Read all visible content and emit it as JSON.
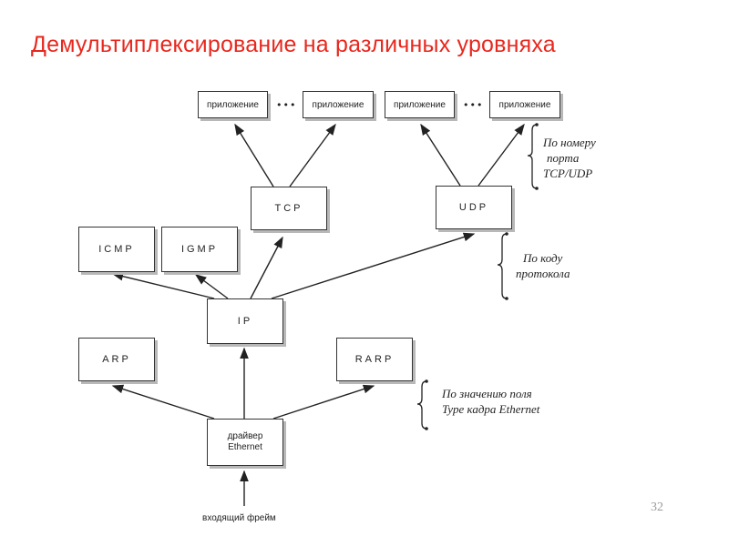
{
  "slide": {
    "title": "Демультиплексирование на различных уровняха",
    "page_number": "32"
  },
  "diagram": {
    "apps": [
      "приложение",
      "приложение",
      "приложение",
      "приложение"
    ],
    "dots": "•••",
    "tcp": "TCP",
    "udp": "UDP",
    "icmp": "ICMP",
    "igmp": "IGMP",
    "ip": "IP",
    "arp": "ARP",
    "rarp": "RARP",
    "driver_line1": "драйвер",
    "driver_line2": "Ethernet",
    "incoming_frame": "входящий фрейм"
  },
  "notes": {
    "port": [
      "По номеру",
      "порта",
      "TCP/UDP"
    ],
    "protocol": [
      "По коду",
      "протокола"
    ],
    "type": [
      "По значению поля",
      "Type кадра Ethernet"
    ]
  }
}
